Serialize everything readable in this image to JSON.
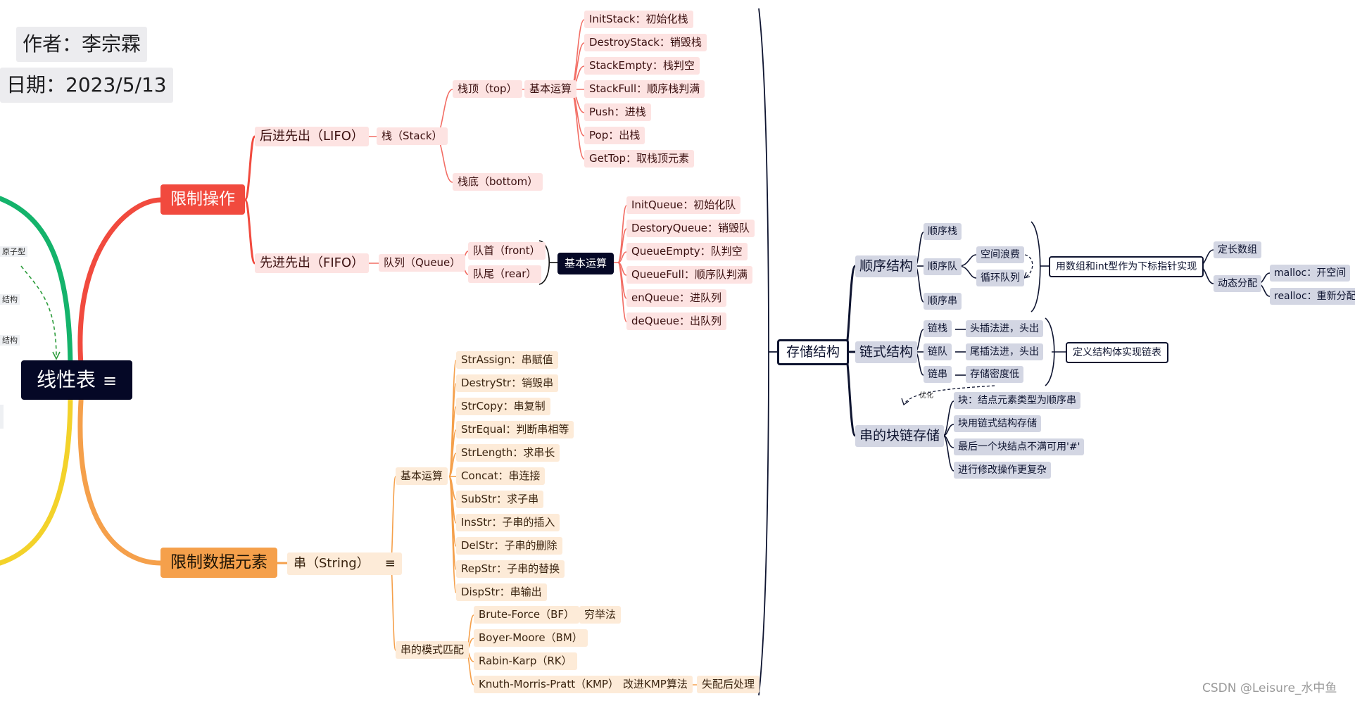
{
  "meta": {
    "author": "作者：李宗霖",
    "date": "日期：2023/5/13"
  },
  "root": {
    "label": "线性表",
    "menu_glyph": "≡"
  },
  "left_fragments": {
    "a": "原子型",
    "b": "结构",
    "c": "结构"
  },
  "limit_ops": {
    "label": "限制操作",
    "lifo": {
      "label": "后进先出（LIFO）",
      "stack": "栈（Stack）",
      "top": "栈顶（top）",
      "bottom": "栈底（bottom）",
      "ops_label": "基本运算",
      "ops": [
        "InitStack：初始化栈",
        "DestroyStack：销毁栈",
        "StackEmpty：栈判空",
        "StackFull：顺序栈判满",
        "Push：进栈",
        "Pop：出栈",
        "GetTop：取栈顶元素"
      ]
    },
    "fifo": {
      "label": "先进先出（FIFO）",
      "queue": "队列（Queue）",
      "front": "队首（front）",
      "rear": "队尾（rear）",
      "ops_label": "基本运算",
      "ops": [
        "InitQueue：初始化队",
        "DestoryQueue：销毁队",
        "QueueEmpty：队判空",
        "QueueFull：顺序队判满",
        "enQueue：进队列",
        "deQueue：出队列"
      ]
    }
  },
  "limit_data": {
    "label": "限制数据元素",
    "string": {
      "label": "串（String）",
      "menu_glyph": "≡"
    },
    "basic_ops_label": "基本运算",
    "basic_ops": [
      "StrAssign：串赋值",
      "DestryStr：销毁串",
      "StrCopy：串复制",
      "StrEqual：判断串相等",
      "StrLength：求串长",
      "Concat：串连接",
      "SubStr：求子串",
      "InsStr：子串的插入",
      "DelStr：子串的删除",
      "RepStr：子串的替换",
      "DispStr：串输出"
    ],
    "match_label": "串的模式匹配",
    "match": [
      "Brute-Force（BF）",
      "Boyer-Moore（BM）",
      "Rabin-Karp（RK）",
      "Knuth-Morris-Pratt（KMP）"
    ],
    "bf_note": "穷举法",
    "kmp_improve": "改进KMP算法",
    "kmp_note": "失配后处理"
  },
  "storage": {
    "label": "存储结构",
    "seq": {
      "label": "顺序结构",
      "items": [
        "顺序栈",
        "顺序队",
        "顺序串"
      ],
      "queue_issue": "空间浪费",
      "queue_fix": "循环队列",
      "summary": "用数组和int型作为下标指针实现",
      "alloc": [
        "定长数组",
        "动态分配"
      ],
      "dynamic": [
        "malloc：开空间",
        "realloc：重新分配"
      ]
    },
    "linked": {
      "label": "链式结构",
      "items": [
        "链栈",
        "链队",
        "链串"
      ],
      "notes": [
        "头插法进，头出",
        "尾插法进，头出",
        "存储密度低"
      ],
      "summary": "定义结构体实现链表"
    },
    "block": {
      "label": "串的块链存储",
      "opt_tag": "优化",
      "items": [
        "块：结点元素类型为顺序串",
        "块用链式结构存储",
        "最后一个块结点不满可用'#'",
        "进行修改操作更复杂"
      ]
    }
  },
  "watermark": "CSDN @Leisure_水中鱼"
}
